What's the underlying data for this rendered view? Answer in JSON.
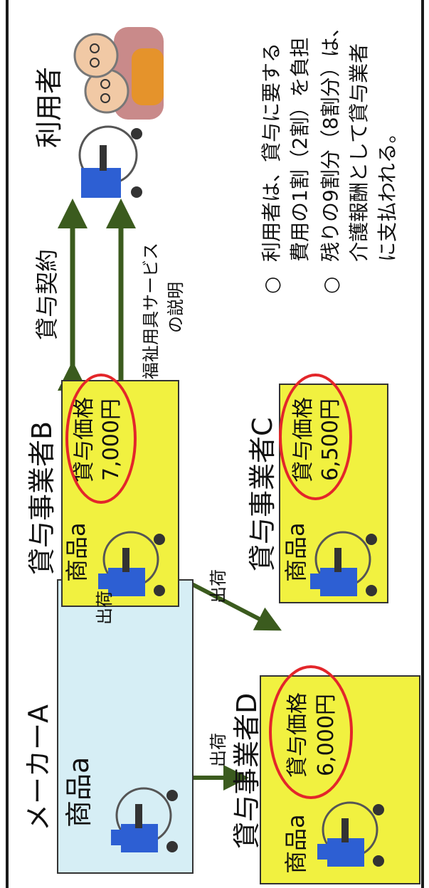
{
  "maker": {
    "title": "メーカーA",
    "product": "商品a"
  },
  "rentals": [
    {
      "title": "貸与事業者B",
      "product": "商品a",
      "price_label": "貸与価格",
      "price": "7,000円"
    },
    {
      "title": "貸与事業者C",
      "product": "商品a",
      "price_label": "貸与価格",
      "price": "6,500円"
    },
    {
      "title": "貸与事業者D",
      "product": "商品a",
      "price_label": "貸与価格",
      "price": "6,000円"
    }
  ],
  "shipment_label": "出荷",
  "contract_label": "貸与契約",
  "explanation_label": "福祉用具サービスの説明",
  "explanation_line1": "福祉用具サービス",
  "explanation_line2": "の説明",
  "user_label": "利用者",
  "notes": {
    "bullet": "○",
    "note1_line1": "利用者は、貸与に要する",
    "note1_line2": "費用の1割（2割）を負担",
    "note2_line1": "残りの9割分（8割分）は、",
    "note2_line2": "介護報酬として貸与業者",
    "note2_line3": "に支払われる。"
  },
  "colors": {
    "maker_box": "#d6eef5",
    "rental_box": "#f1f140",
    "arrow": "#3b5b1e",
    "highlight": "#e3262a"
  },
  "icons": [
    "wheelchair-icon",
    "elderly-couple-icon"
  ]
}
